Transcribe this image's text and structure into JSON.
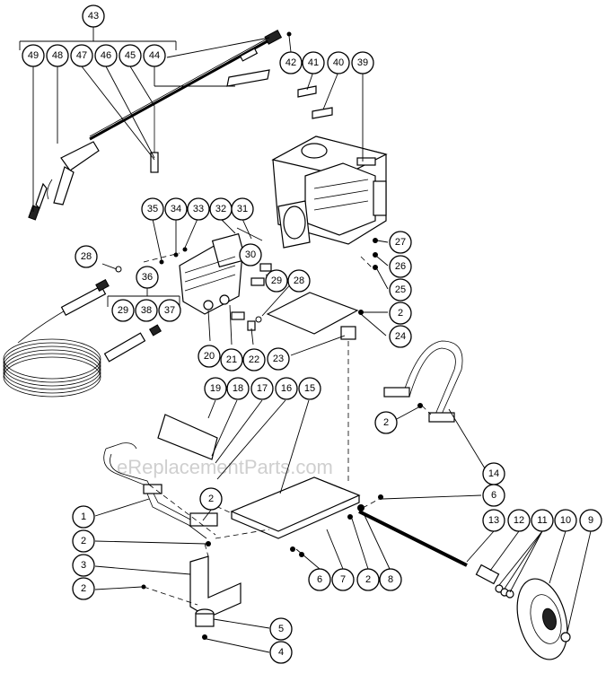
{
  "watermark": "eReplacementParts.com",
  "callouts": {
    "c1": "1",
    "c2a": "2",
    "c2b": "2",
    "c2c": "2",
    "c2d": "2",
    "c2e": "2",
    "c2f": "2",
    "c3": "3",
    "c4": "4",
    "c5": "5",
    "c6a": "6",
    "c6b": "6",
    "c7": "7",
    "c8": "8",
    "c9": "9",
    "c10": "10",
    "c11": "11",
    "c12": "12",
    "c13": "13",
    "c14": "14",
    "c15": "15",
    "c16": "16",
    "c17": "17",
    "c18": "18",
    "c19": "19",
    "c20": "20",
    "c21": "21",
    "c22": "22",
    "c23": "23",
    "c24": "24",
    "c25": "25",
    "c26": "26",
    "c27": "27",
    "c28a": "28",
    "c28b": "28",
    "c29a": "29",
    "c29b": "29",
    "c30": "30",
    "c31": "31",
    "c32": "32",
    "c33": "33",
    "c34": "34",
    "c35": "35",
    "c36": "36",
    "c37": "37",
    "c38": "38",
    "c39": "39",
    "c40": "40",
    "c41": "41",
    "c42": "42",
    "c43": "43",
    "c44": "44",
    "c45": "45",
    "c46": "46",
    "c47": "47",
    "c48": "48",
    "c49": "49"
  }
}
